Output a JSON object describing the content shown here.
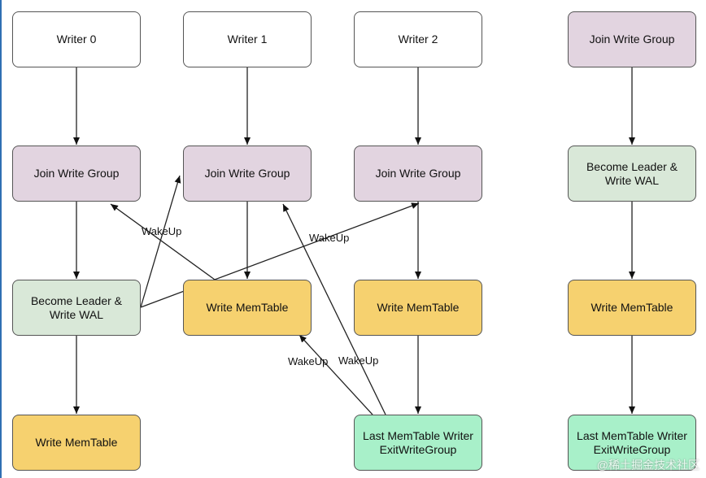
{
  "nodes": {
    "writer0": "Writer 0",
    "writer1": "Writer 1",
    "writer2": "Writer 2",
    "join0": "Join Write Group",
    "join1": "Join Write Group",
    "join2": "Join Write Group",
    "leader0": "Become Leader &\nWrite WAL",
    "memtable0": "Write MemTable",
    "memtable1": "Write MemTable",
    "memtable2": "Write MemTable",
    "exit2": "Last MemTable Writer\nExitWriteGroup",
    "right_join": "Join Write Group",
    "right_leader": "Become Leader &\nWrite WAL",
    "right_memtable": "Write MemTable",
    "right_exit": "Last MemTable Writer\nExitWriteGroup"
  },
  "edge_labels": {
    "wakeup_a": "WakeUp",
    "wakeup_b": "WakeUp",
    "wakeup_c": "WakeUp",
    "wakeup_d": "WakeUp"
  },
  "watermark": "@稀土掘金技术社区",
  "colors": {
    "writer": "#ffffff",
    "join": "#e2d4e0",
    "leader": "#d9e8d8",
    "memtable": "#f6d16f",
    "exit": "#a8f0c9"
  }
}
